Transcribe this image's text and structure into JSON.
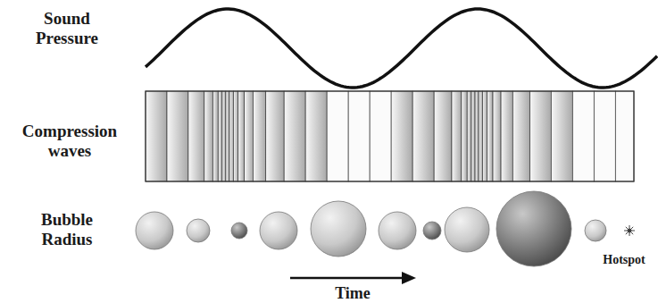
{
  "diagram": {
    "labels": [
      "Sound Pressure",
      "Compression waves",
      "Bubble Radius",
      "Hotspot",
      "Time"
    ]
  }
}
